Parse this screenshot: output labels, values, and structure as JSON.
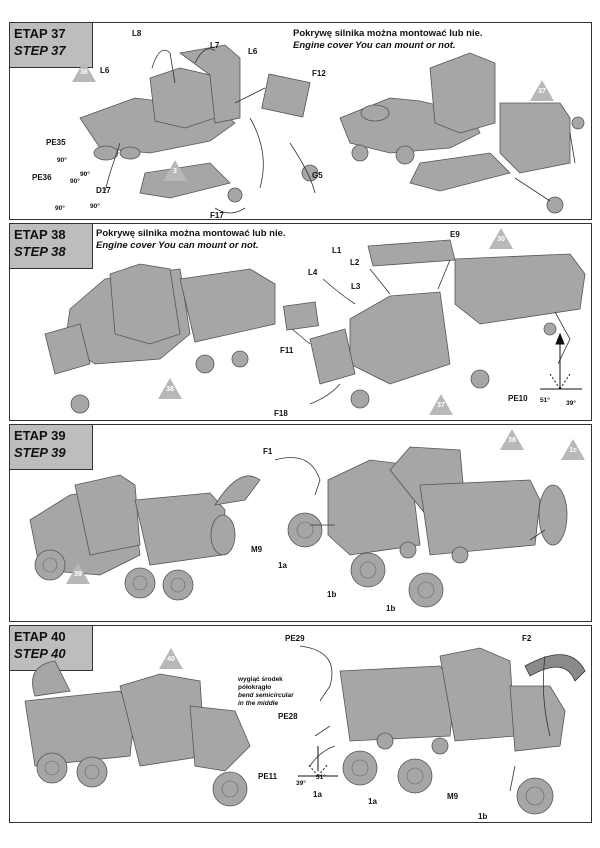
{
  "steps": [
    {
      "etap": "ETAP 37",
      "step": "STEP 37",
      "note_pl": "Pokrywę silnika można montować lub nie.",
      "note_en": "Engine cover You can mount or not.",
      "labels": [
        "L8",
        "L7",
        "L6",
        "L6",
        "F12",
        "PE35",
        "PE36",
        "D17",
        "G5",
        "F17"
      ],
      "angles": [
        "90°",
        "90°",
        "90°",
        "90°",
        "90°"
      ],
      "refs": [
        "36",
        "3",
        "37"
      ]
    },
    {
      "etap": "ETAP 38",
      "step": "STEP 38",
      "note_pl": "Pokrywę silnika można montować lub nie.",
      "note_en": "Engine cover You can mount or not.",
      "labels": [
        "E9",
        "L1",
        "L2",
        "L4",
        "L3",
        "F11",
        "F18",
        "PE10"
      ],
      "angles": [
        "51°",
        "39°"
      ],
      "refs": [
        "30",
        "38",
        "37"
      ]
    },
    {
      "etap": "ETAP 39",
      "step": "STEP 39",
      "labels": [
        "F1",
        "M9",
        "1a",
        "1b",
        "1b"
      ],
      "refs": [
        "38",
        "1c",
        "39"
      ]
    },
    {
      "etap": "ETAP 40",
      "step": "STEP 40",
      "labels": [
        "PE29",
        "PE28",
        "PE11",
        "1a",
        "1a",
        "F2",
        "M9",
        "1b"
      ],
      "angles": [
        "39°",
        "51°"
      ],
      "bend_pl": [
        "wygiąć środek",
        "półokrągło"
      ],
      "bend_en": [
        "bend semicircular",
        "in the middle"
      ],
      "refs": [
        "40"
      ]
    }
  ],
  "colors": {
    "header_bg": "#bdbdbd",
    "ref_triangle": "#b8b8b8",
    "model_body": "#a6a6a6",
    "model_dark": "#6e6e6e"
  }
}
